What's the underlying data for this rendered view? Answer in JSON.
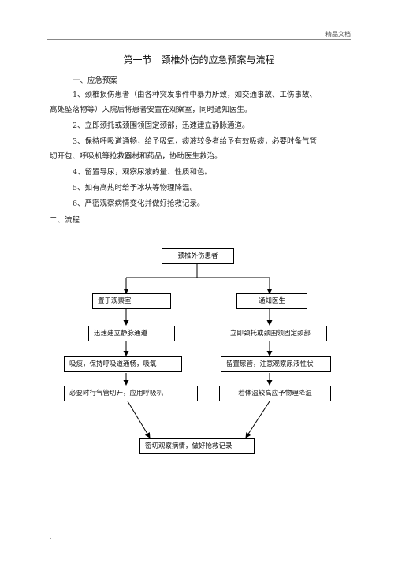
{
  "header": {
    "label": "精品文档"
  },
  "title": "第一节　颈椎外伤的应急预案与流程",
  "section1": {
    "heading": "一、应急预案",
    "items": [
      {
        "line1": "1、颈椎损伤患者（由各种突发事件中暴力所致，如交通事故、工伤事故、",
        "line2": "高处坠落物等）入院后将患者安置在观察室，同时通知医生。"
      },
      {
        "line1": "2、立即颈托或颈围领固定颈部，迅速建立静脉通道。"
      },
      {
        "line1": "3、保持呼吸道通畅，给予吸氧，痰液较多者给予有效吸痰，必要时备气管",
        "line2": "切开包、呼吸机等抢救器材和药品，协助医生救治。"
      },
      {
        "line1": "4、留置导尿，观察尿液的量、性质和色。"
      },
      {
        "line1": "5、如有高热时给予冰块等物理降温。"
      },
      {
        "line1": "6、严密观察病情变化并做好抢救记录。"
      }
    ]
  },
  "section2": {
    "heading": "二、流程"
  },
  "flowchart": {
    "start": "颈椎外伤患者",
    "left": [
      "置于观察室",
      "迅速建立静脉通道",
      "吸痰，保持呼吸道通畅，吸氧",
      "必要时行气管切开，应用呼吸机"
    ],
    "right": [
      "通知医生",
      "立即颈托或颈围领固定颈部",
      "留置尿管，注意观察尿液性状",
      "若体温较高应予物理降温"
    ],
    "end": "密切观察病情，做好抢救记录"
  },
  "footer": {
    "mark": "."
  }
}
